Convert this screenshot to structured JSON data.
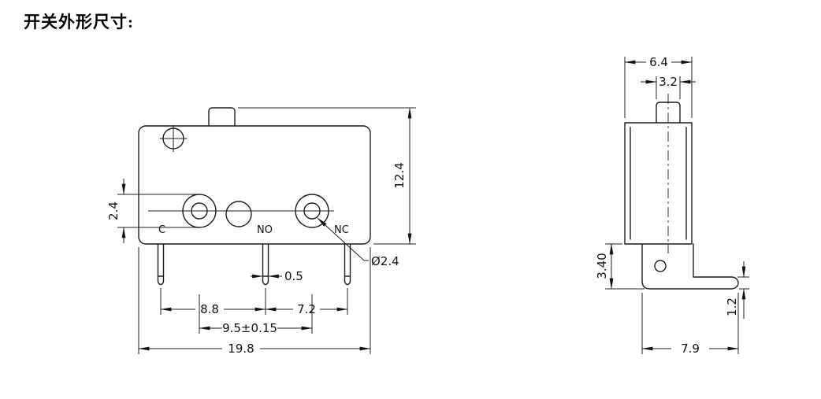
{
  "page": {
    "title": "开关外形尺寸:"
  },
  "front_view": {
    "terminal_labels": {
      "common": "C",
      "normally_open": "NO",
      "normally_closed": "NC"
    },
    "dims": {
      "terminal_diameter": "2.4",
      "height": "12.4",
      "pin_width": "0.5",
      "pin_pitch_c_no": "8.8",
      "pin_pitch_no_nc": "7.2",
      "terminal_pitch": "9.5±0.15",
      "width": "19.8",
      "rivet_diameter": "Ø2.4"
    }
  },
  "side_view": {
    "dims": {
      "depth": "6.4",
      "button_width": "3.2",
      "bracket_height": "3.40",
      "lever_thickness": "1.2",
      "bracket_width": "7.9"
    }
  }
}
